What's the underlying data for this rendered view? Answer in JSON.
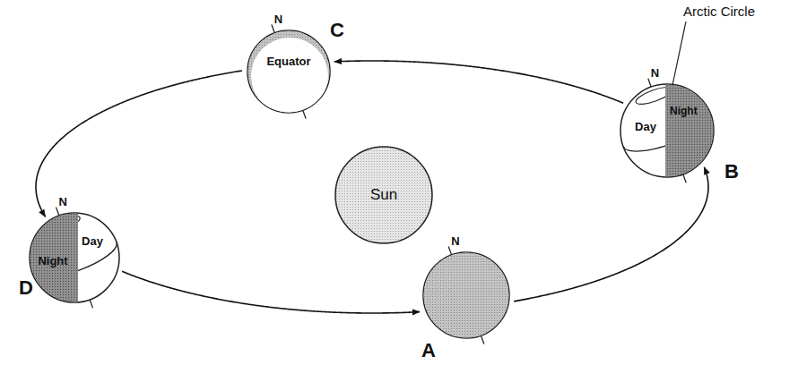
{
  "diagram": {
    "nodes": [
      {
        "text": [
          "C",
          "N",
          "Equator"
        ]
      },
      {
        "text": [
          "B",
          "N",
          "Day",
          "Night"
        ]
      },
      {
        "text": [
          "Sun"
        ]
      },
      {
        "text": [
          "D",
          "N",
          "Night",
          "Day"
        ]
      },
      {
        "text": [
          "A",
          "N"
        ]
      }
    ],
    "edges": [
      {
        "from": 3,
        "to": 4,
        "arrow": "to"
      },
      {
        "from": 4,
        "to": 1,
        "arrow": "to"
      },
      {
        "from": 1,
        "to": 0,
        "arrow": "to"
      },
      {
        "from": 0,
        "to": 3,
        "arrow": "to"
      }
    ],
    "labels": [
      "Arctic Circle"
    ]
  }
}
